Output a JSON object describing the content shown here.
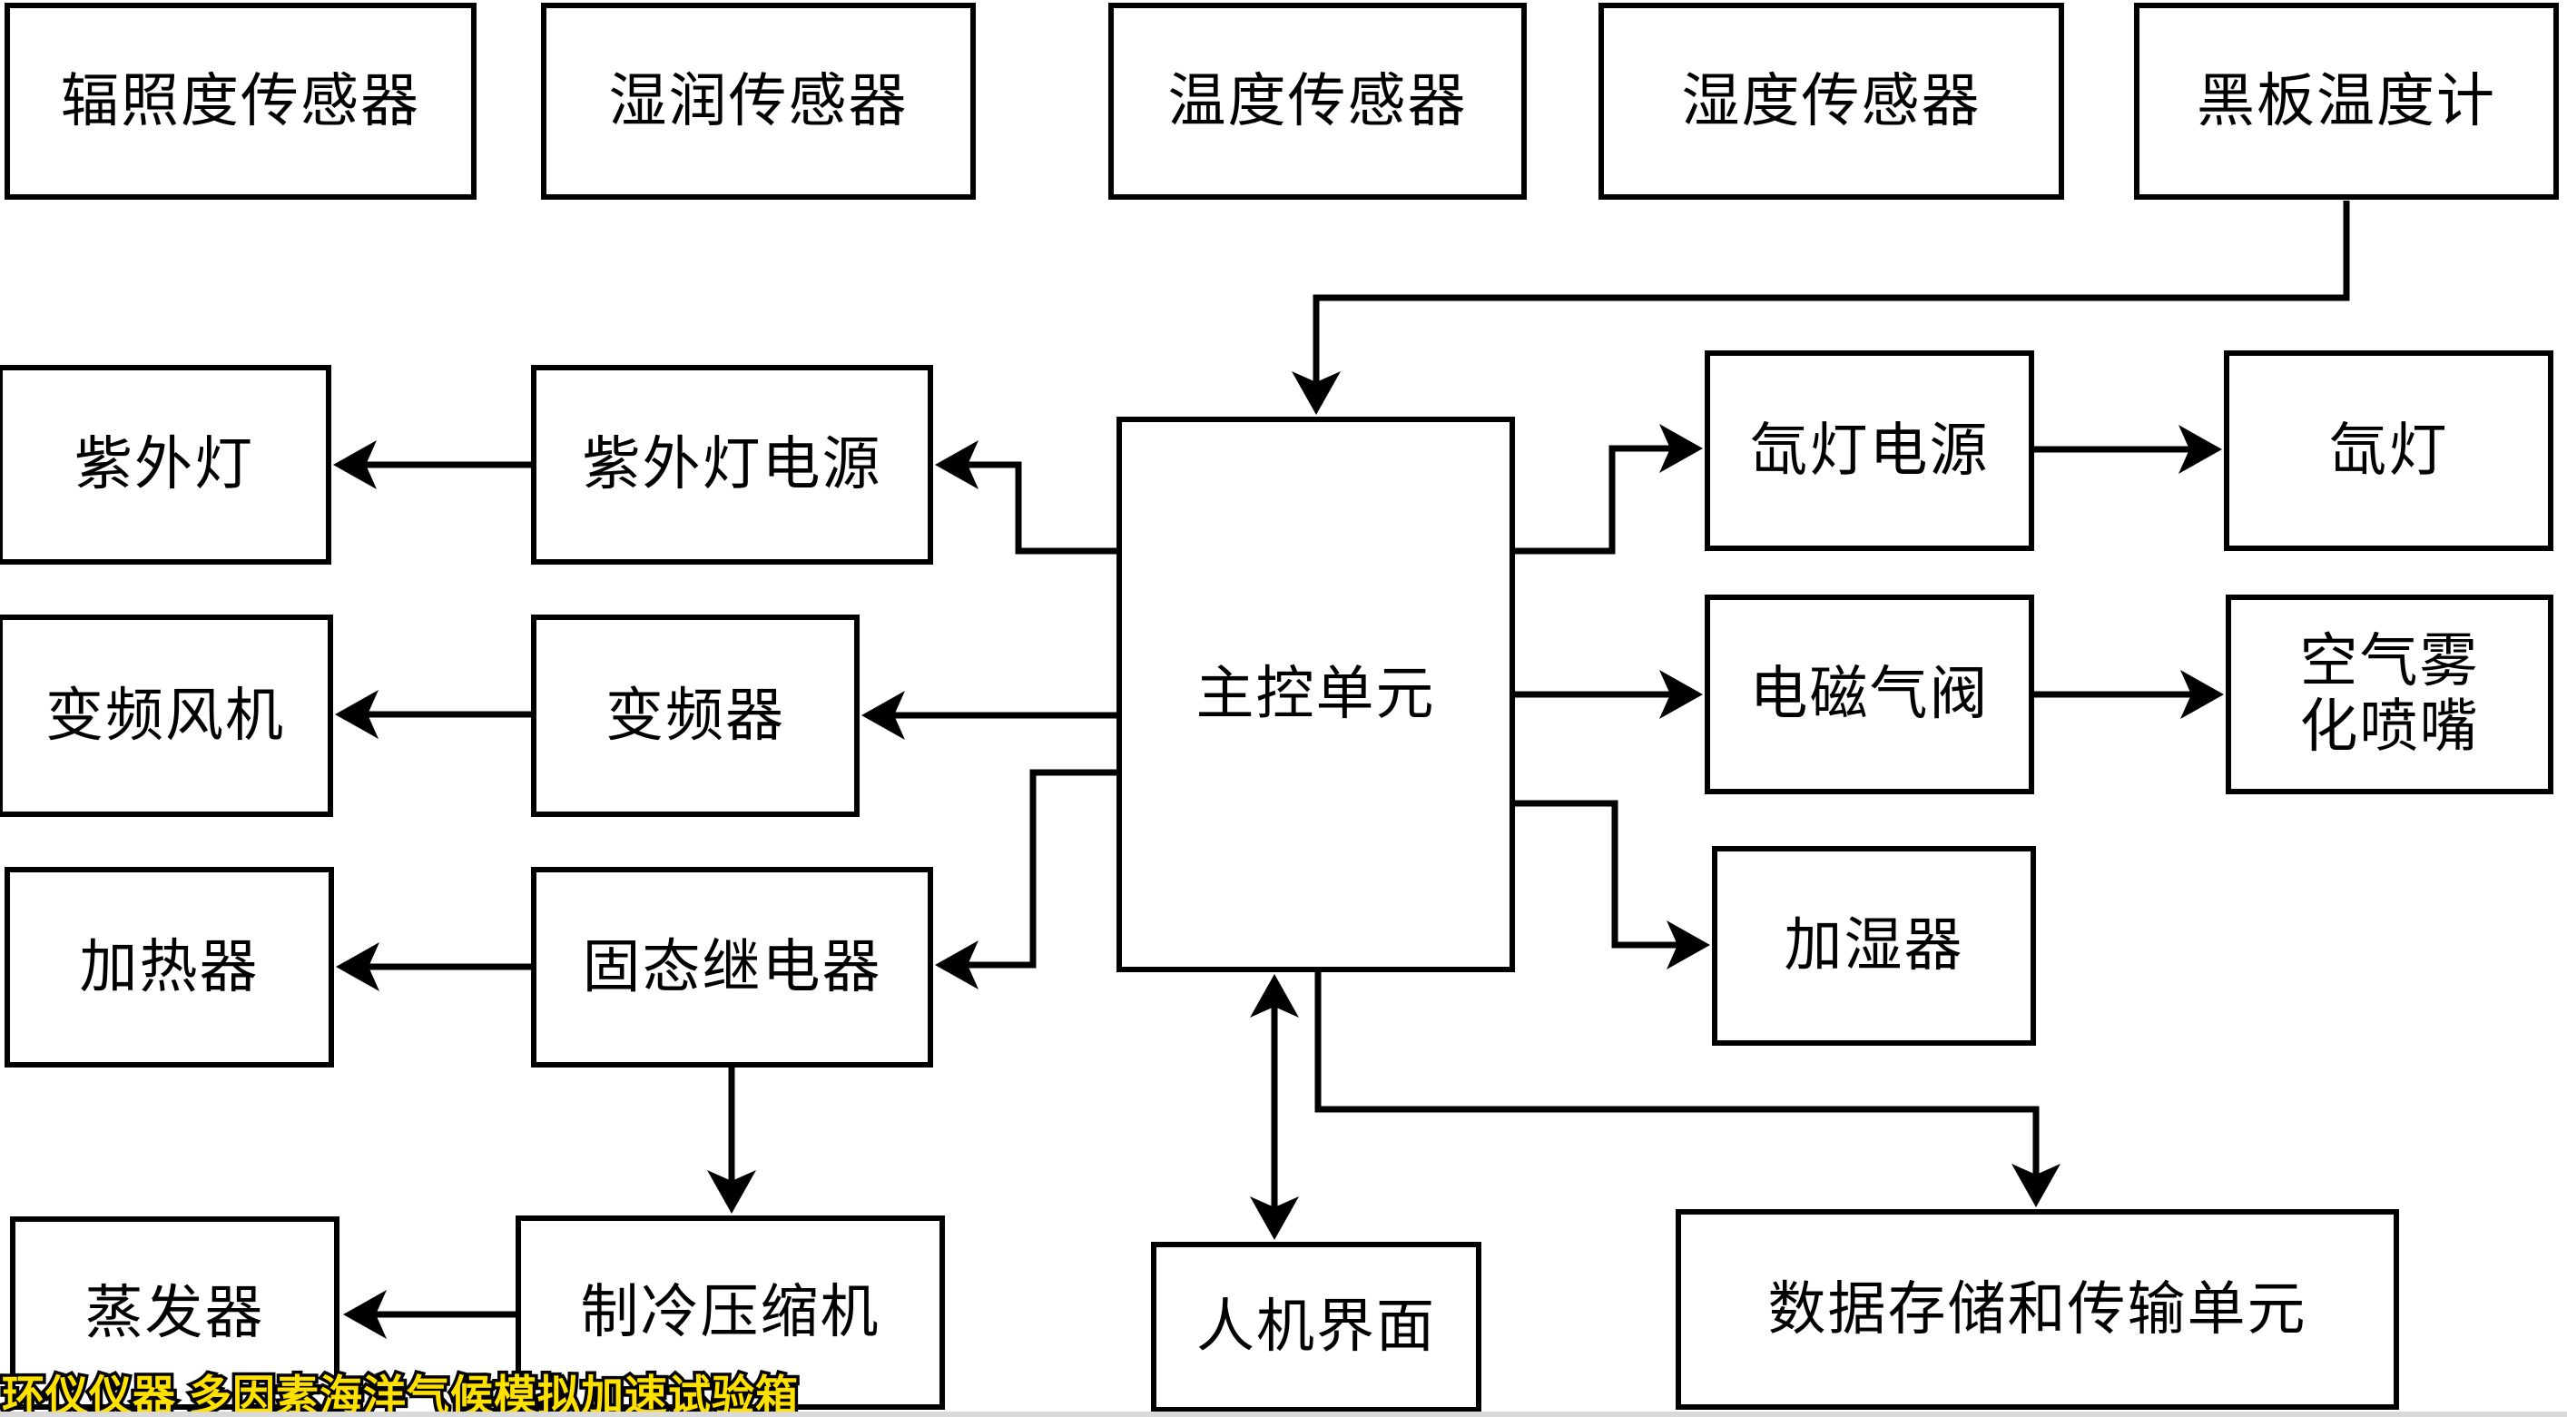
{
  "diagram": {
    "type": "block-diagram",
    "description_domain": "environmental test chamber control system",
    "nodes": {
      "sensor_irradiance": {
        "label": "辐照度传感器"
      },
      "sensor_wetness": {
        "label": "湿润传感器"
      },
      "sensor_temperature": {
        "label": "温度传感器"
      },
      "sensor_humidity": {
        "label": "湿度传感器"
      },
      "blackboard_thermometer": {
        "label": "黑板温度计"
      },
      "uv_lamp": {
        "label": "紫外灯"
      },
      "uv_lamp_power": {
        "label": "紫外灯电源"
      },
      "main_control_unit": {
        "label": "主控单元"
      },
      "xenon_lamp_power": {
        "label": "氙灯电源"
      },
      "xenon_lamp": {
        "label": "氙灯"
      },
      "vf_fan": {
        "label": "变频风机"
      },
      "vf_drive": {
        "label": "变频器"
      },
      "solenoid_gas_valve": {
        "label": "电磁气阀"
      },
      "air_atomizing_nozzle": {
        "label": "空气雾化喷嘴"
      },
      "heater": {
        "label": "加热器"
      },
      "solid_state_relay": {
        "label": "固态继电器"
      },
      "humidifier": {
        "label": "加湿器"
      },
      "evaporator": {
        "label": "蒸发器"
      },
      "refrigeration_compressor": {
        "label": "制冷压缩机"
      },
      "hmi": {
        "label": "人机界面"
      },
      "data_storage_transmission_unit": {
        "label": "数据存储和传输单元"
      }
    },
    "edges": [
      {
        "from": "blackboard_thermometer",
        "to": "main_control_unit",
        "arrow": "one-way"
      },
      {
        "from": "main_control_unit",
        "to": "uv_lamp_power",
        "arrow": "one-way"
      },
      {
        "from": "uv_lamp_power",
        "to": "uv_lamp",
        "arrow": "one-way"
      },
      {
        "from": "main_control_unit",
        "to": "vf_drive",
        "arrow": "one-way"
      },
      {
        "from": "vf_drive",
        "to": "vf_fan",
        "arrow": "one-way"
      },
      {
        "from": "main_control_unit",
        "to": "solid_state_relay",
        "arrow": "one-way"
      },
      {
        "from": "solid_state_relay",
        "to": "heater",
        "arrow": "one-way"
      },
      {
        "from": "solid_state_relay",
        "to": "refrigeration_compressor",
        "arrow": "one-way"
      },
      {
        "from": "refrigeration_compressor",
        "to": "evaporator",
        "arrow": "one-way"
      },
      {
        "from": "main_control_unit",
        "to": "xenon_lamp_power",
        "arrow": "one-way"
      },
      {
        "from": "xenon_lamp_power",
        "to": "xenon_lamp",
        "arrow": "one-way"
      },
      {
        "from": "main_control_unit",
        "to": "solenoid_gas_valve",
        "arrow": "one-way"
      },
      {
        "from": "solenoid_gas_valve",
        "to": "air_atomizing_nozzle",
        "arrow": "one-way"
      },
      {
        "from": "main_control_unit",
        "to": "humidifier",
        "arrow": "one-way"
      },
      {
        "from": "main_control_unit",
        "to": "hmi",
        "arrow": "two-way"
      },
      {
        "from": "main_control_unit",
        "to": "data_storage_transmission_unit",
        "arrow": "one-way"
      }
    ],
    "watermark": {
      "text": "环仪仪器 多因素海洋气候模拟加速试验箱",
      "color": "#ffe100",
      "outline_color": "#000000"
    },
    "colors": {
      "background": "#ffffff",
      "line": "#000000",
      "node_fill": "#ffffff",
      "node_border": "#000000"
    }
  }
}
